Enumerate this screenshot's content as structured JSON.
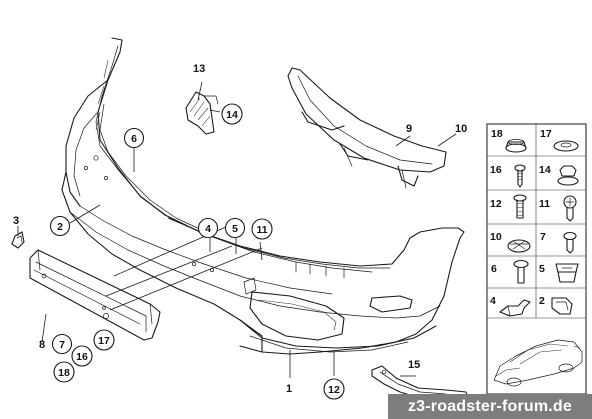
{
  "diagram": {
    "callouts": {
      "c1": "1",
      "c2": "2",
      "c3": "3",
      "c4": "4",
      "c5": "5",
      "c6": "6",
      "c7": "7",
      "c8": "8",
      "c9": "9",
      "c10": "10",
      "c11": "11",
      "c12": "12",
      "c13": "13",
      "c14": "14",
      "c15": "15",
      "c16": "16",
      "c17": "17",
      "c18": "18"
    },
    "parts_grid": {
      "cells": [
        "18",
        "17",
        "16",
        "14",
        "12",
        "11",
        "10",
        "7",
        "6",
        "5",
        "4",
        "2"
      ]
    }
  },
  "watermark": "z3-roadster-forum.de"
}
